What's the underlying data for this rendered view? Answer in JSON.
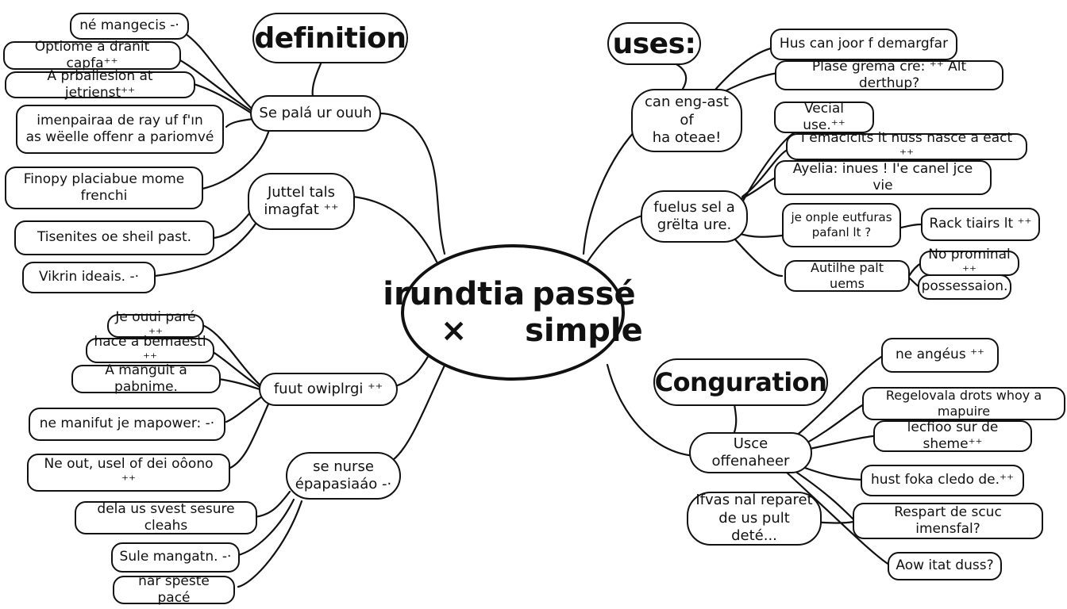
{
  "center": {
    "line1": "irundtia ×",
    "line2": "passé simple"
  },
  "headers": {
    "definition": "definition",
    "uses": "uses:",
    "conjugation": "Conguration"
  },
  "branches": {
    "se_pala": "Se palá ur ouuh",
    "juttel": "Juttel tals\nimagfat ⁺⁺",
    "fuut": "fuut owiplrgi ⁺⁺",
    "se_nurse": "se nurse\népapasiaáo -·",
    "can_eng": "can eng-ast of\nha oteae!",
    "fuelus": "fuelus sel a\ngrëlta ure.",
    "usce": "Usce offenaheer",
    "ifvas": "Ifvas nal reparet\nde us pult deté..."
  },
  "leaves": {
    "ne_mangecis": "né mangecis -·",
    "options": "Optiome a dranit capfa⁺⁺",
    "aprbaliesion": "A prbaliesion at jetrienst⁺⁺",
    "imenpairaa": "imenpairaa de ray uf f'ın\nas wëelle offenr a pariomvé",
    "finopy": "Finopy placiabue mome frenchi",
    "tisenites": "Tisenites oe sheil past.",
    "vikrin": "Vikrin ideais. -·",
    "je_ouui": "Je ouui paré ⁺⁺",
    "hace": "hace a bemaestl ⁺⁺",
    "a_manguit": "A manguit a pabnime.",
    "ne_manifut": "ne manifut  je mapower: -·",
    "ne_out": "Ne out, usel of dei oôono ⁺⁺",
    "dela": "dela us svest sesure cleahs",
    "sule": "Sule mangatn. -·",
    "nar": "nar speste pacé",
    "hus_can": "Hus can joor f demargfar",
    "plase": "Plase gréma cre: ⁺⁺ Alt derthup?",
    "vecial": "Vecial use.⁺⁺",
    "emaclcits": "I emaclcits it nuss nasce a eact ⁺⁺",
    "ayelia": "Ayelia: inues !  I'e canel jce vie",
    "je_onple": "je onple eutfuras\npafanl lt ?",
    "rack": "Rack tiairs lt ⁺⁺",
    "autilhe": "Autilhe palt uems",
    "no_prominal": "No prominal ⁺⁺",
    "possessaion": "possessaion.",
    "ne_angeus": "ne angéus ⁺⁺",
    "regelovala": "Regelovala drots whoy a mapuire",
    "lecfioo": "lecfioo sur de sheme⁺⁺",
    "hust": "hust foka cledo de.⁺⁺",
    "respart": "Respart  de scuc imensfal?",
    "aow": "Aow itat duss?"
  }
}
